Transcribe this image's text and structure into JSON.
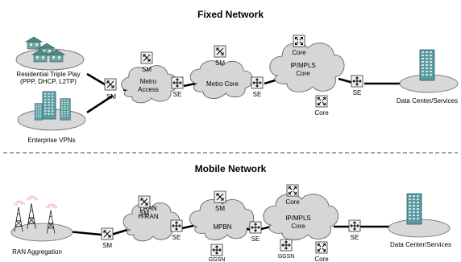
{
  "fixed": {
    "title": "Fixed Network",
    "residential_label_1": "Residential Triple Play",
    "residential_label_2": "(PPP, DHCP, L2TP)",
    "enterprise_label": "Enterprise VPNs",
    "metro_access_1": "Metro",
    "metro_access_2": "Access",
    "metro_core": "Metro Core",
    "ipmpls_1": "IP/MPLS",
    "ipmpls_2": "Core",
    "datacenter": "Data Center/Services",
    "node_sm": "SM",
    "node_se": "SE",
    "node_core": "Core"
  },
  "mobile": {
    "title": "Mobile Network",
    "ran_label": "RAN Aggregation",
    "lran_1": "LRAN",
    "lran_2": "H-RAN",
    "mpbn": "MPBN",
    "ipmpls_1": "IP/MPLS",
    "ipmpls_2": "Core",
    "datacenter": "Data Center/Services",
    "node_sm": "SM",
    "node_se": "SE",
    "node_core": "Core",
    "node_ggsn": "GGSN"
  },
  "colors": {
    "cloud_fill": "#d6d6d6",
    "building_teal": "#5a9aa0",
    "house_teal": "#6fa6a3",
    "divider": "#444444"
  }
}
